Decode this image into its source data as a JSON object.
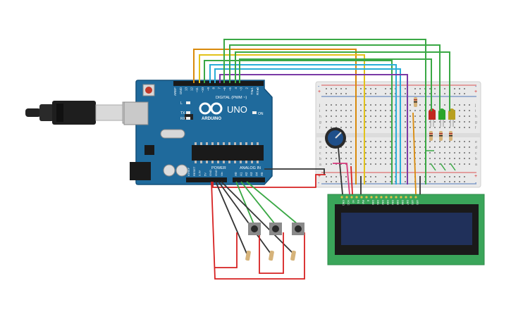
{
  "arduino": {
    "brand_label": "UNO",
    "sub_label": "ARDUINO",
    "digital_header": "DIGITAL (PWM ~)",
    "power_header": "POWER",
    "analog_header": "ANALOG IN",
    "on_label": "ON",
    "tx_label": "TX",
    "rx_label": "RX",
    "l_label": "L",
    "digital_pins": [
      "AREF",
      "GND",
      "13",
      "12",
      "~11",
      "~10",
      "~9",
      "8",
      "7",
      "~6",
      "~5",
      "4",
      "~3",
      "2",
      "TX▸1",
      "RX◂0"
    ],
    "power_pins": [
      "IOREF",
      "RESET",
      "3.3V",
      "5V",
      "GND",
      "GND",
      "Vin"
    ],
    "analog_pins": [
      "A0",
      "A1",
      "A2",
      "A3",
      "A4",
      "A5"
    ]
  },
  "breadboard": {
    "rail_plus": "+",
    "rail_minus": "-",
    "row_letters_top": [
      "j",
      "i",
      "h",
      "g",
      "f"
    ],
    "row_letters_bottom": [
      "e",
      "d",
      "c",
      "b",
      "a"
    ]
  },
  "lcd": {
    "pin_labels": [
      "GND",
      "VCC",
      "V0",
      "RS",
      "RW",
      "E",
      "DB0",
      "DB1",
      "DB2",
      "DB3",
      "DB4",
      "DB5",
      "DB6",
      "DB7",
      "LED",
      "LED"
    ]
  },
  "colors": {
    "board_blue": "#1f6a9c",
    "board_blue_dark": "#15507a",
    "lcd_green": "#3aa55a",
    "lcd_screen": "#20305a",
    "breadboard": "#e9e9e9",
    "wire_orange": "#d98a0b",
    "wire_yellow": "#e2c21a",
    "wire_green": "#3aa845",
    "wire_cyan": "#2aaed8",
    "wire_purple": "#7a3aa5",
    "wire_red": "#d62020",
    "wire_black": "#333333",
    "wire_pink": "#d6387a"
  }
}
